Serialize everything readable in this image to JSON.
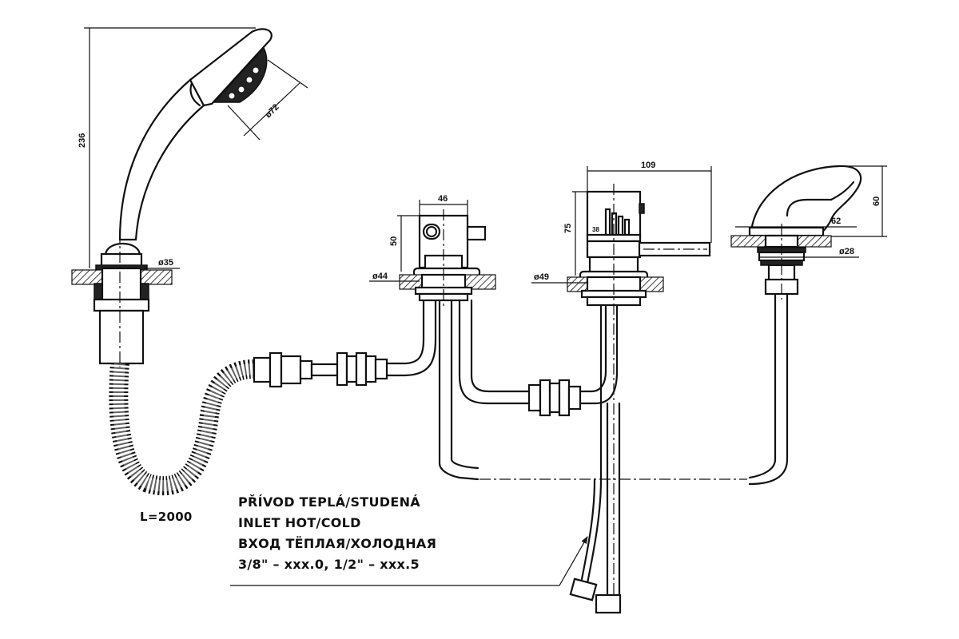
{
  "dimensions": {
    "shower_height": "236",
    "shower_head_diameter": "ø72",
    "shower_base_diameter": "ø35",
    "hose_length": "L=2000",
    "diverter_width": "46",
    "diverter_height": "50",
    "diverter_base_diameter": "ø44",
    "mixer_length": "109",
    "mixer_height": "75",
    "mixer_base_diameter": "ø49",
    "mixer_logo": "38",
    "spout_height": "60",
    "spout_width": "62",
    "spout_base_diameter": "ø28"
  },
  "note": {
    "line1": "PŘÍVOD TEPLÁ/STUDENÁ",
    "line2": "INLET HOT/COLD",
    "line3": "ВХОД ТЁПЛАЯ/ХОЛОДНАЯ",
    "line4": "3/8\" – xxx.0, 1/2\" – xxx.5"
  }
}
